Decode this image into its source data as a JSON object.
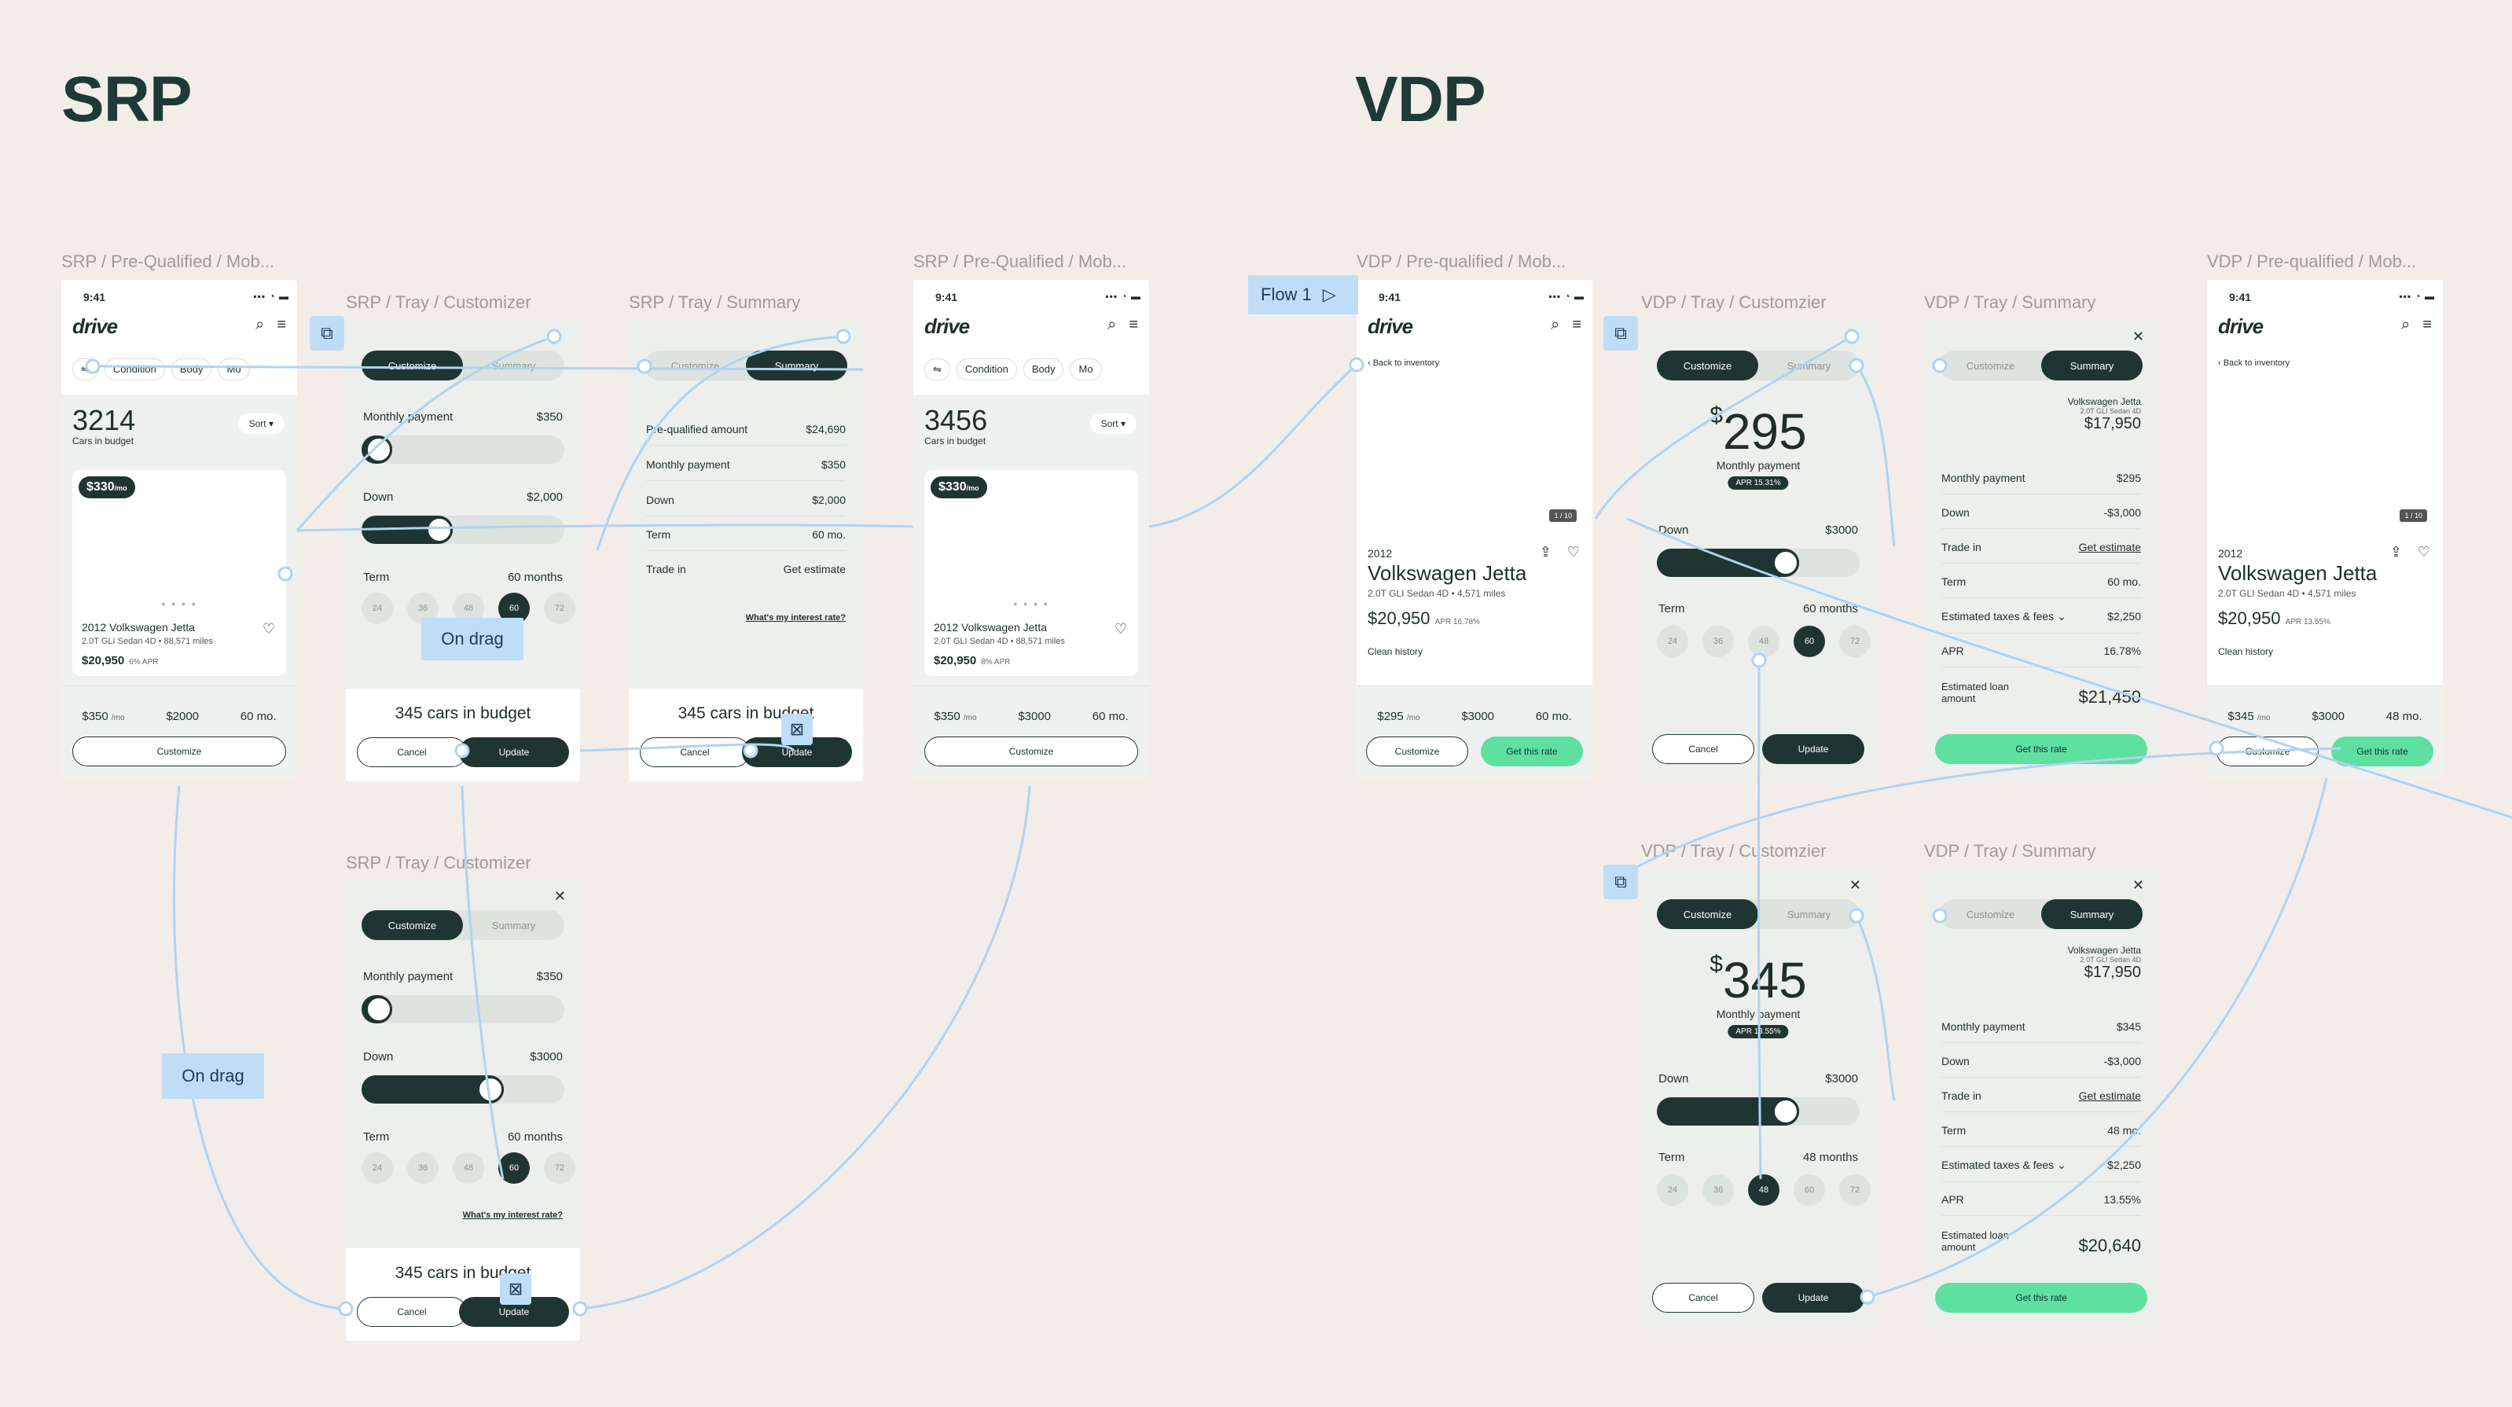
{
  "sections": {
    "srp": "SRP",
    "vdp": "VDP"
  },
  "labels": {
    "srp1": "SRP / Pre-Qualified / Mob...",
    "srp_tray_cust": "SRP / Tray / Customizer",
    "srp_tray_sum": "SRP / Tray / Summary",
    "srp2": "SRP / Pre-Qualified / Mob...",
    "srp_tray_cust2": "SRP / Tray / Customizer",
    "vdp1": "VDP / Pre-qualified / Mob...",
    "vdp_tray_cust": "VDP / Tray / Customzier",
    "vdp_tray_sum": "VDP / Tray / Summary",
    "vdp2": "VDP / Pre-qualified / Mob...",
    "vdp_tray_cust2": "VDP / Tray / Customzier",
    "vdp_tray_sum2": "VDP / Tray / Summary"
  },
  "annotations": {
    "on_drag_1": "On drag",
    "on_drag_2": "On drag",
    "flow": "Flow 1"
  },
  "common": {
    "time": "9:41",
    "signal": "▪▪▪ ◔ ▬",
    "logo": "drive",
    "search_icon": "⌕",
    "menu_icon": "≡",
    "customize": "Customize",
    "summary": "Summary",
    "cancel": "Cancel",
    "update": "Update",
    "sort": "Sort ▾",
    "cars_in_budget_sub": "Cars in budget",
    "back": "‹  Back to inventory",
    "get_rate": "Get this rate",
    "interest_link": "What's my interest rate?",
    "heart": "♡",
    "share": "⇪",
    "close": "✕",
    "more_dots": "• • • •",
    "filter_icon": "⇋"
  },
  "srp1": {
    "chips": [
      "Condition",
      "Body",
      "Mo"
    ],
    "count": "3214",
    "badge": "$330",
    "badge_unit": "/mo",
    "car_title": "2012 Volkswagen Jetta",
    "car_sub": "2.0T GLI Sedan 4D  •  88,571 miles",
    "car_price": "$20,950",
    "car_apr": "6% APR",
    "bar_monthly": "$350",
    "bar_monthly_unit": "/mo",
    "bar_down": "$2000",
    "bar_term": "60 mo.",
    "bar_btn": "Customize"
  },
  "srp_tray": {
    "monthly_label": "Monthly payment",
    "monthly_val": "$350",
    "monthly_fill_pct": 15,
    "down_label": "Down",
    "down_val": "$2,000",
    "down_fill_pct": 45,
    "term_label": "Term",
    "term_val": "60 months",
    "terms": [
      "24",
      "36",
      "48",
      "60",
      "72"
    ],
    "term_selected": "60",
    "overlay_title": "345 cars in budget"
  },
  "srp_sum": {
    "rows": [
      {
        "label": "Pre-qualified amount",
        "val": "$24,690"
      },
      {
        "label": "Monthly payment",
        "val": "$350"
      },
      {
        "label": "Down",
        "val": "$2,000"
      },
      {
        "label": "Term",
        "val": "60 mo."
      },
      {
        "label": "Trade in",
        "val": "Get estimate"
      }
    ],
    "overlay_title": "345 cars in budget"
  },
  "srp2": {
    "chips": [
      "Condition",
      "Body",
      "Mo"
    ],
    "count": "3456",
    "badge": "$330",
    "badge_unit": "/mo",
    "car_title": "2012 Volkswagen Jetta",
    "car_sub": "2.0T GLI Sedan 4D  •  88,571 miles",
    "car_price": "$20,950",
    "car_apr": "8% APR",
    "bar_monthly": "$350",
    "bar_monthly_unit": "/mo",
    "bar_down": "$3000",
    "bar_term": "60 mo.",
    "bar_btn": "Customize"
  },
  "srp_tray2": {
    "monthly_label": "Monthly payment",
    "monthly_val": "$350",
    "monthly_fill_pct": 15,
    "down_label": "Down",
    "down_val": "$3000",
    "down_fill_pct": 70,
    "term_label": "Term",
    "term_val": "60 months",
    "terms": [
      "24",
      "36",
      "48",
      "60",
      "72"
    ],
    "term_selected": "60",
    "overlay_title": "345 cars in budget"
  },
  "vdp1": {
    "year": "2012",
    "model": "Volkswagen Jetta",
    "sub": "2.0T GLI Sedan 4D  •  4,571 miles",
    "price": "$20,950",
    "apr": "APR 16.78%",
    "photo_count": "1 / 10",
    "clean": "Clean history",
    "bar_monthly": "$295",
    "bar_monthly_unit": "/mo",
    "bar_down": "$3000",
    "bar_term": "60 mo."
  },
  "vdp_tray": {
    "currency": "$",
    "amount": "295",
    "monthly": "Monthly payment",
    "apr": "APR 15.31%",
    "down_label": "Down",
    "down_val": "$3000",
    "down_fill_pct": 70,
    "term_label": "Term",
    "term_val": "60 months",
    "terms": [
      "24",
      "36",
      "48",
      "60",
      "72"
    ],
    "term_selected": "60"
  },
  "vdp_sum": {
    "car": "Volkswagen Jetta",
    "car_sub": "2.0T GLI Sedan 4D",
    "car_price": "$17,950",
    "rows": [
      {
        "label": "Monthly payment",
        "val": "$295"
      },
      {
        "label": "Down",
        "val": "-$3,000"
      },
      {
        "label": "Trade in",
        "val": "Get estimate"
      },
      {
        "label": "Term",
        "val": "60 mo."
      },
      {
        "label": "Estimated taxes & fees ⌄",
        "val": "$2,250"
      },
      {
        "label": "APR",
        "val": "16.78%"
      }
    ],
    "loan_label": "Estimated loan amount",
    "loan_val": "$21,450"
  },
  "vdp2": {
    "year": "2012",
    "model": "Volkswagen Jetta",
    "sub": "2.0T GLI Sedan 4D  •  4,571 miles",
    "price": "$20,950",
    "apr": "APR 13.55%",
    "photo_count": "1 / 10",
    "clean": "Clean history",
    "bar_monthly": "$345",
    "bar_monthly_unit": "/mo",
    "bar_down": "$3000",
    "bar_term": "48 mo."
  },
  "vdp_tray2": {
    "currency": "$",
    "amount": "345",
    "monthly": "Monthly payment",
    "apr": "APR 13.55%",
    "down_label": "Down",
    "down_val": "$3000",
    "down_fill_pct": 70,
    "term_label": "Term",
    "term_val": "48 months",
    "terms": [
      "24",
      "36",
      "48",
      "60",
      "72"
    ],
    "term_selected": "48"
  },
  "vdp_sum2": {
    "car": "Volkswagen Jetta",
    "car_sub": "2.0T GLI Sedan 4D",
    "car_price": "$17,950",
    "rows": [
      {
        "label": "Monthly payment",
        "val": "$345"
      },
      {
        "label": "Down",
        "val": "-$3,000"
      },
      {
        "label": "Trade in",
        "val": "Get estimate"
      },
      {
        "label": "Term",
        "val": "48 mo."
      },
      {
        "label": "Estimated taxes & fees ⌄",
        "val": "$2,250"
      },
      {
        "label": "APR",
        "val": "13.55%"
      }
    ],
    "loan_label": "Estimated loan amount",
    "loan_val": "$20,640"
  }
}
